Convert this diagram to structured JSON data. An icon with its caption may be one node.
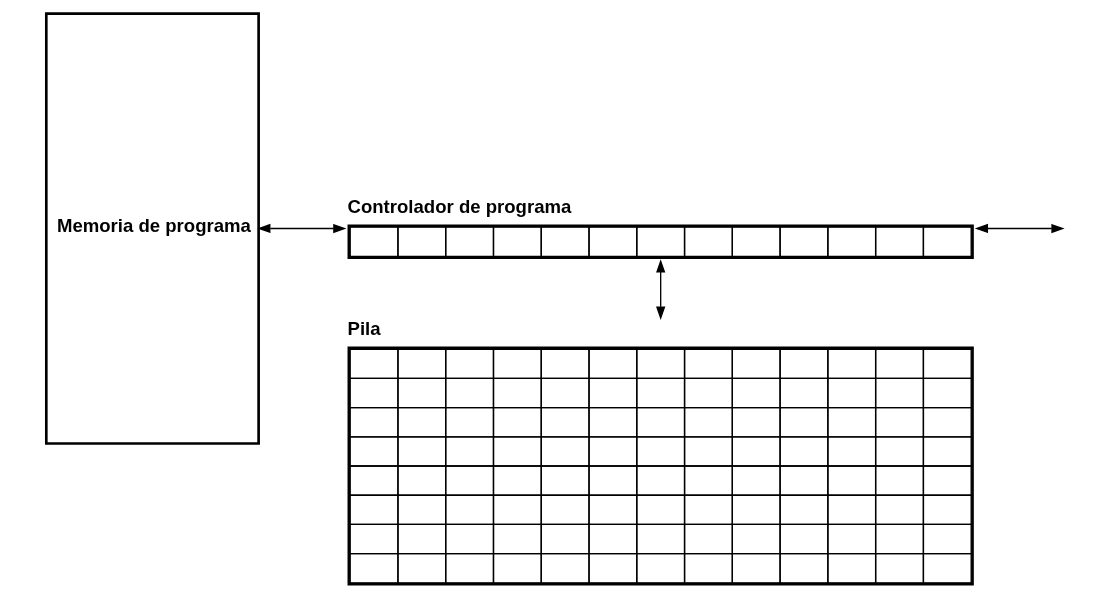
{
  "diagram": {
    "nodes": [
      {
        "text": [
          "Memoria de programa"
        ]
      },
      {
        "text": [
          "Controlador de programa"
        ]
      },
      {
        "text": [
          "Pila"
        ]
      }
    ],
    "edges": [
      {
        "from": 0,
        "to": 1,
        "arrow": "both"
      },
      {
        "from": 1,
        "to": null,
        "arrow": "both"
      },
      {
        "from": 1,
        "to": 2,
        "arrow": "both"
      }
    ]
  }
}
